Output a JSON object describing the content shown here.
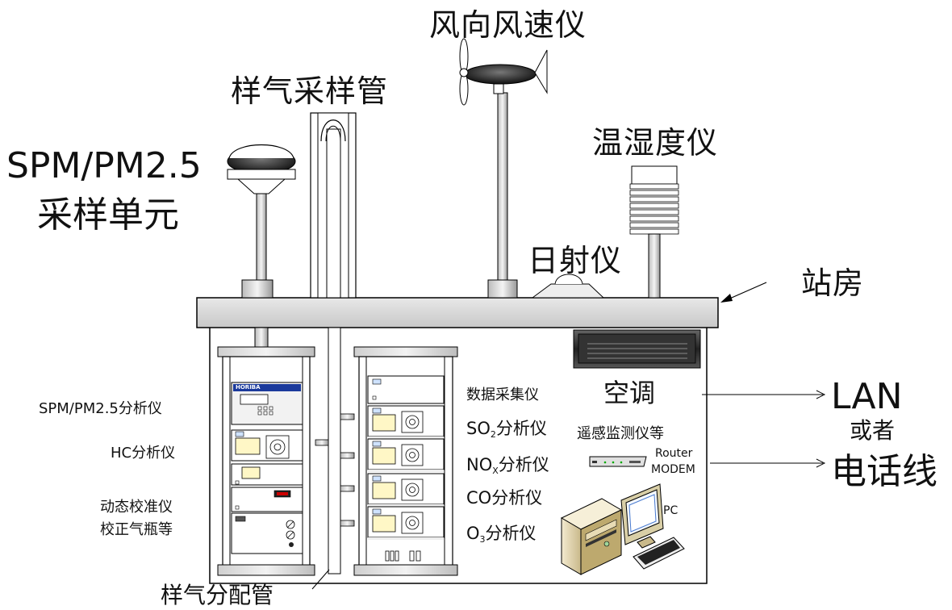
{
  "labels": {
    "wind_sensor": "风向风速仪",
    "sample_pipe": "样气采样管",
    "temp_humidity": "温湿度仪",
    "pm_unit_line1": "SPM/PM2.5",
    "pm_unit_line2": "采样单元",
    "pyranometer": "日射仪",
    "station": "站房",
    "air_conditioner": "空调",
    "lan": "LAN",
    "or": "或者",
    "phone_line": "电话线",
    "router_line1": "Router",
    "router_line2": "MODEM",
    "pc": "PC",
    "distribution_pipe": "样气分配管",
    "horiba": "HORIBA",
    "remote_monitor": "遥感监测仪等"
  },
  "left_rack_labels": {
    "pm_analyzer": "SPM/PM2.5分析仪",
    "hc_analyzer": "HC分析仪",
    "calibrator_line1": "动态校准仪",
    "calibrator_line2": "校正气瓶等"
  },
  "right_rack_labels": {
    "data_logger": "数据采集仪",
    "so2_main": "SO",
    "so2_sub": "2",
    "so2_suffix": "分析仪",
    "nox_main": "NO",
    "nox_sub": "X",
    "nox_suffix": "分析仪",
    "co": "CO分析仪",
    "o3_main": "O",
    "o3_sub": "3",
    "o3_suffix": "分析仪"
  }
}
